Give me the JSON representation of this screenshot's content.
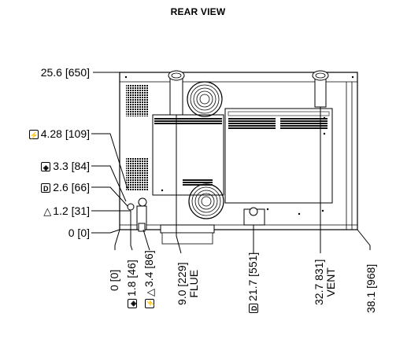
{
  "title": "REAR VIEW",
  "left_labels": [
    {
      "id": "top",
      "text": "25.6 [650]",
      "icon": "",
      "glyph": ""
    },
    {
      "id": "elec",
      "text": "4.28 [109]",
      "icon": "electrical-icon",
      "glyph": "⚡"
    },
    {
      "id": "water",
      "text": "3.3 [84]",
      "icon": "water-icon",
      "glyph": "💧"
    },
    {
      "id": "drain",
      "text": "2.6 [66]",
      "icon": "drain-icon",
      "glyph": "D"
    },
    {
      "id": "gas",
      "text": "1.2 [31]",
      "icon": "gas-icon",
      "glyph": "△"
    },
    {
      "id": "zero",
      "text": "0 [0]",
      "icon": "",
      "glyph": ""
    }
  ],
  "bottom_labels": [
    {
      "id": "b-zero",
      "lines": [
        "0 [0]"
      ]
    },
    {
      "id": "b-water",
      "lines": [
        "1.8 [46]"
      ],
      "icon": "water-icon",
      "glyph": "💧"
    },
    {
      "id": "b-gas",
      "lines": [
        "3.4 [86]"
      ],
      "icon": "gas-icon",
      "glyph": "△",
      "icon2": "electrical-icon",
      "glyph2": "⚡"
    },
    {
      "id": "b-flue",
      "lines": [
        "9.0 [229]",
        "FLUE"
      ]
    },
    {
      "id": "b-drain",
      "lines": [
        "21.7 [551]"
      ],
      "icon": "drain-icon",
      "glyph": "D"
    },
    {
      "id": "b-vent",
      "lines": [
        "32.7 831]",
        "VENT"
      ]
    },
    {
      "id": "b-right",
      "lines": [
        "38.1 [968]"
      ]
    }
  ]
}
